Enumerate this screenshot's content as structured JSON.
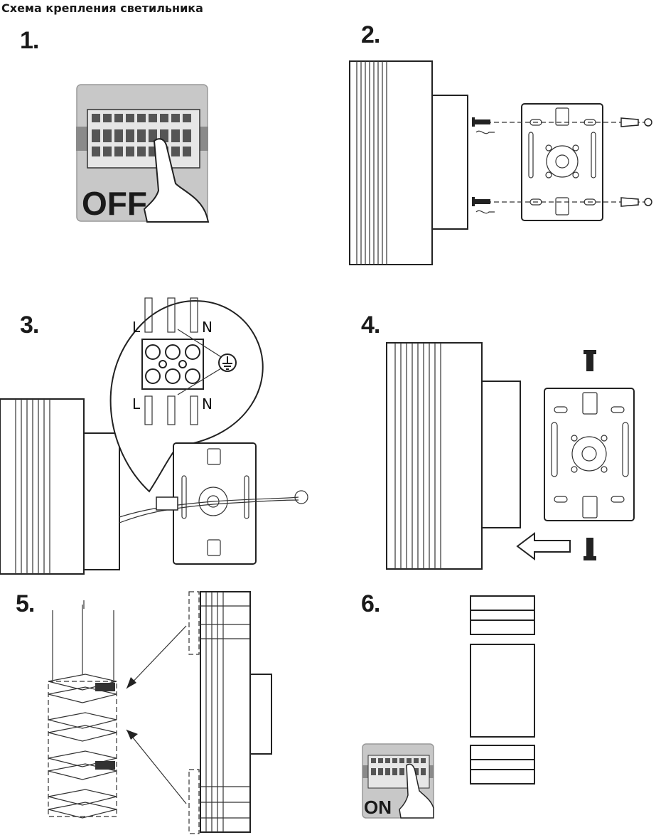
{
  "title": "Схема крепления светильника",
  "steps": [
    {
      "number": "1.",
      "switch_label": "OFF"
    },
    {
      "number": "2."
    },
    {
      "number": "3.",
      "terminal_labels": {
        "top_left": "L",
        "top_right": "N",
        "bottom_left": "L",
        "bottom_right": "N"
      },
      "ground_icon": "ground-symbol-icon"
    },
    {
      "number": "4."
    },
    {
      "number": "5."
    },
    {
      "number": "6.",
      "switch_label": "ON"
    }
  ]
}
